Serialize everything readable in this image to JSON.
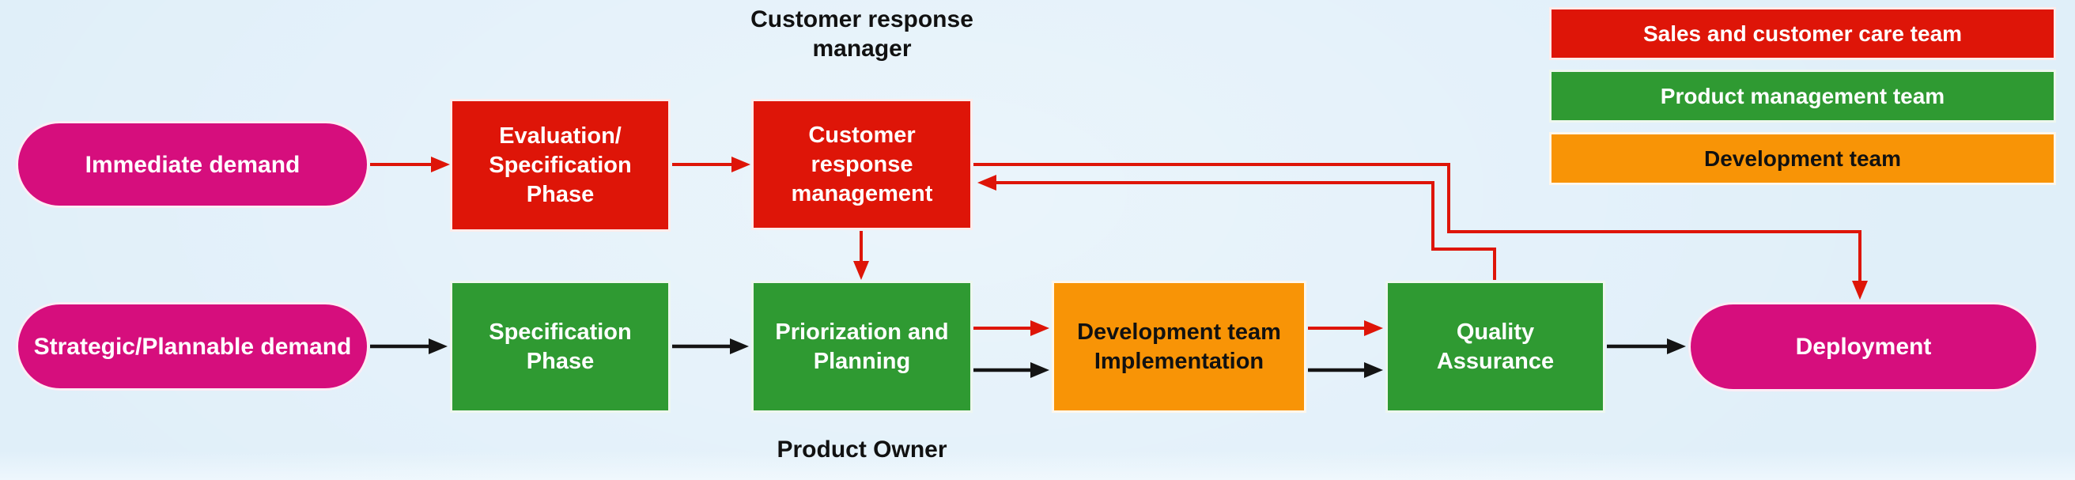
{
  "colors": {
    "background": "#E0EFF9",
    "red": "#DE1508",
    "green": "#2F9A32",
    "orange": "#F89406",
    "pink": "#D60E7D",
    "black_arrow": "#141414",
    "white_text": "#FFFFFF",
    "dark_text": "#111111"
  },
  "annotations": {
    "top_label": {
      "lines": [
        "Customer response",
        "manager"
      ]
    },
    "bottom_label": {
      "lines": [
        "Product Owner"
      ]
    }
  },
  "legend": {
    "items": [
      {
        "label": "Sales and customer care team",
        "color": "#DE1508"
      },
      {
        "label": "Product management team",
        "color": "#2F9A32"
      },
      {
        "label": "Development team",
        "color": "#F89406"
      }
    ]
  },
  "nodes": {
    "immediate": {
      "lines": [
        "Immediate demand"
      ],
      "shape": "pill",
      "color": "#D60E7D"
    },
    "evaluation": {
      "lines": [
        "Evaluation/",
        "Specification",
        "Phase"
      ],
      "shape": "rect",
      "color": "#DE1508"
    },
    "crm": {
      "lines": [
        "Customer",
        "response",
        "management"
      ],
      "shape": "rect",
      "color": "#DE1508"
    },
    "strategic": {
      "lines": [
        "Strategic/Plannable demand"
      ],
      "shape": "pill",
      "color": "#D60E7D"
    },
    "specification": {
      "lines": [
        "Specification",
        "Phase"
      ],
      "shape": "rect",
      "color": "#2F9A32"
    },
    "priorization": {
      "lines": [
        "Priorization and",
        "Planning"
      ],
      "shape": "rect",
      "color": "#2F9A32"
    },
    "devteam": {
      "lines": [
        "Development team",
        "Implementation"
      ],
      "shape": "rect",
      "color": "#F89406"
    },
    "qa": {
      "lines": [
        "Quality",
        "Assurance"
      ],
      "shape": "rect",
      "color": "#2F9A32"
    },
    "deployment": {
      "lines": [
        "Deployment"
      ],
      "shape": "pill",
      "color": "#D60E7D"
    }
  },
  "edges": [
    {
      "from": "immediate",
      "to": "evaluation",
      "color": "red"
    },
    {
      "from": "evaluation",
      "to": "crm",
      "color": "red"
    },
    {
      "from": "crm",
      "to": "priorization",
      "color": "red"
    },
    {
      "from": "crm",
      "to": "deployment",
      "color": "red"
    },
    {
      "from": "qa",
      "to": "crm",
      "color": "red"
    },
    {
      "from": "priorization",
      "to": "devteam",
      "color": "red"
    },
    {
      "from": "devteam",
      "to": "qa",
      "color": "red"
    },
    {
      "from": "strategic",
      "to": "specification",
      "color": "black"
    },
    {
      "from": "specification",
      "to": "priorization",
      "color": "black"
    },
    {
      "from": "priorization",
      "to": "devteam",
      "color": "black"
    },
    {
      "from": "devteam",
      "to": "qa",
      "color": "black"
    },
    {
      "from": "qa",
      "to": "deployment",
      "color": "black"
    }
  ]
}
